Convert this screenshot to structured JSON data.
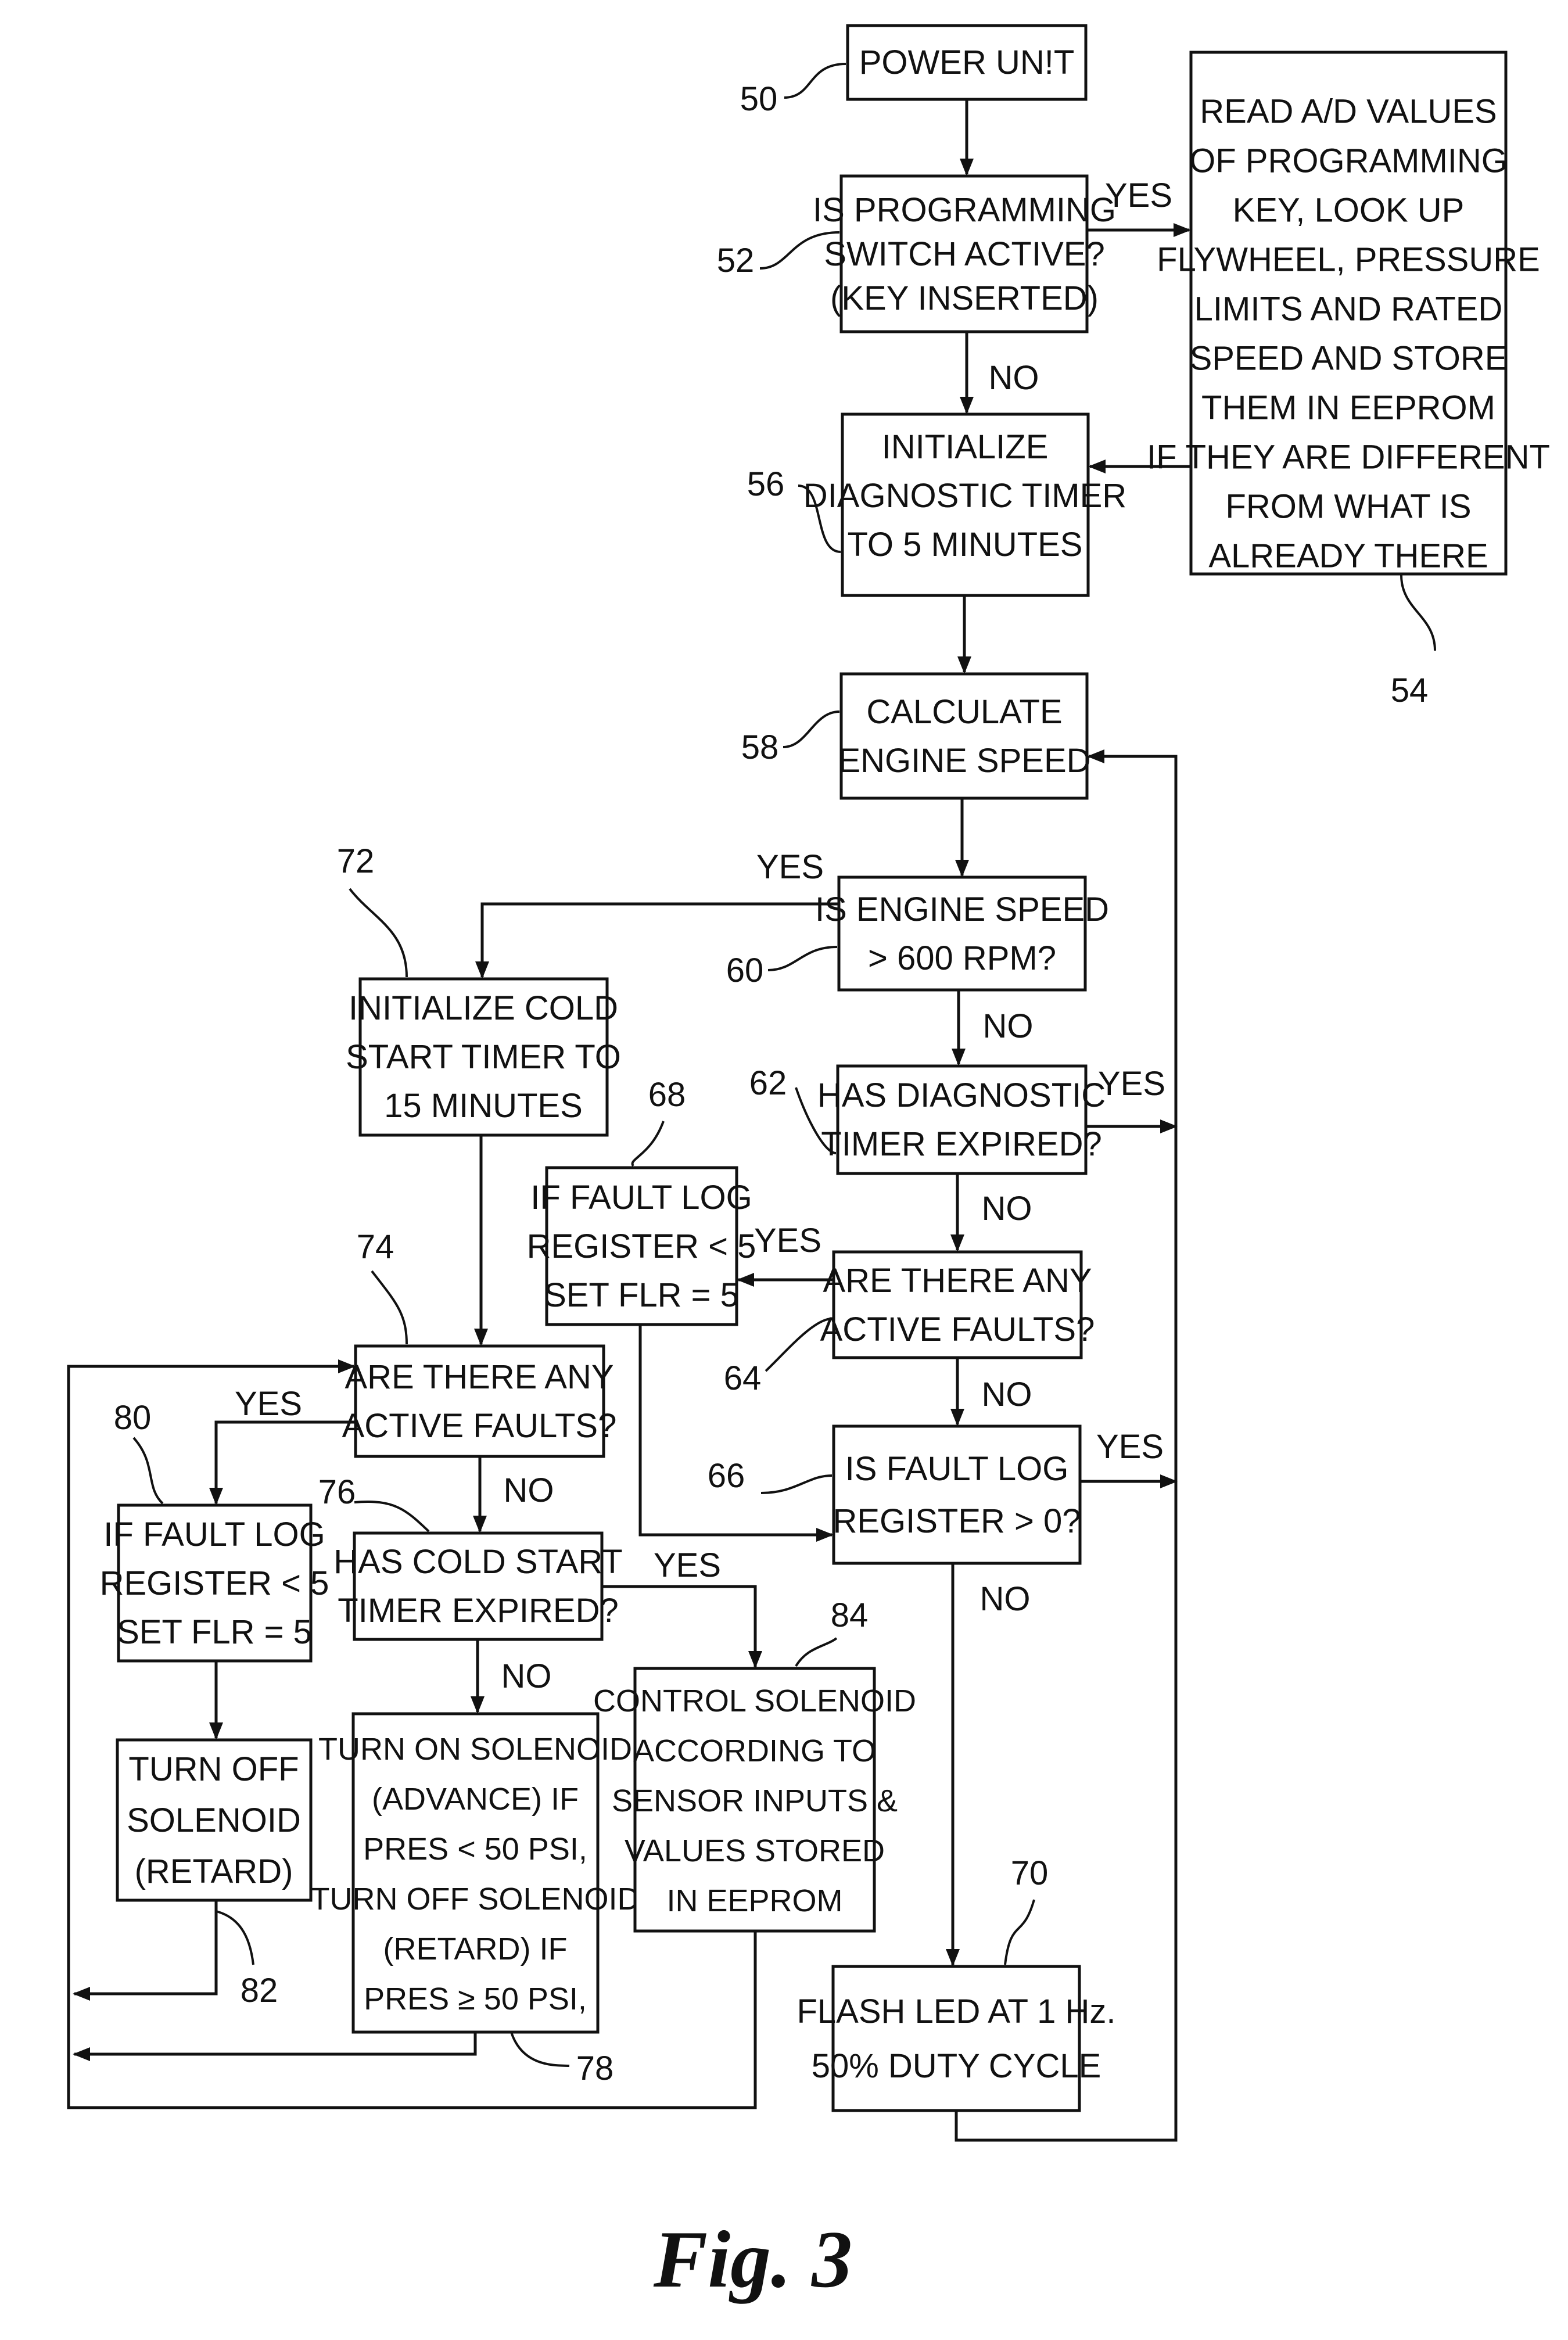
{
  "boxes": {
    "b50": [
      "POWER UN!T"
    ],
    "b52": [
      "IS PROGRAMMING",
      "SWITCH ACTIVE?",
      "(KEY INSERTED)"
    ],
    "b54": [
      "READ A/D VALUES",
      "OF PROGRAMMING",
      "KEY, LOOK UP",
      "FLYWHEEL, PRESSURE",
      "LIMITS AND RATED",
      "SPEED AND STORE",
      "THEM IN EEPROM",
      "IF THEY ARE DIFFERENT",
      "FROM WHAT IS",
      "ALREADY THERE"
    ],
    "b56": [
      "INITIALIZE",
      "DIAGNOSTIC TIMER",
      "TO 5 MINUTES"
    ],
    "b58": [
      "CALCULATE",
      "ENGINE SPEED"
    ],
    "b60": [
      "IS ENGINE SPEED",
      "> 600 RPM?"
    ],
    "b62": [
      "HAS DIAGNOSTIC",
      "TIMER EXPIRED?"
    ],
    "b64": [
      "ARE THERE ANY",
      "ACTIVE FAULTS?"
    ],
    "b66": [
      "IS FAULT LOG",
      "REGISTER > 0?"
    ],
    "b68": [
      "IF FAULT LOG",
      "REGISTER < 5",
      "SET FLR = 5"
    ],
    "b70": [
      "FLASH LED AT 1 Hz.",
      "50% DUTY CYCLE"
    ],
    "b72": [
      "INITIALIZE COLD",
      "START TIMER TO",
      "15 MINUTES"
    ],
    "b74": [
      "ARE THERE ANY",
      "ACTIVE FAULTS?"
    ],
    "b76": [
      "HAS COLD START",
      "TIMER EXPIRED?"
    ],
    "b78": [
      "TURN ON SOLENOID",
      "(ADVANCE) IF",
      "PRES < 50 PSI,",
      "TURN OFF SOLENOID",
      "(RETARD) IF",
      "PRES ≥ 50 PSI,"
    ],
    "b80": [
      "IF FAULT LOG",
      "REGISTER < 5",
      "SET FLR = 5"
    ],
    "b82": [
      "TURN OFF",
      "SOLENOID",
      "(RETARD)"
    ],
    "b84": [
      "CONTROL SOLENOID",
      "ACCORDING TO",
      "SENSOR INPUTS &",
      "VALUES STORED",
      "IN EEPROM"
    ]
  },
  "branch_labels": {
    "yes_52": "YES",
    "no_52": "NO",
    "yes_60": "YES",
    "no_60": "NO",
    "yes_62": "YES",
    "no_62": "NO",
    "yes_64": "YES",
    "no_64": "NO",
    "yes_66": "YES",
    "no_66": "NO",
    "yes_74": "YES",
    "no_74": "NO",
    "yes_76": "YES",
    "no_76": "NO"
  },
  "refs": {
    "r50": "50",
    "r52": "52",
    "r54": "54",
    "r56": "56",
    "r58": "58",
    "r60": "60",
    "r62": "62",
    "r64": "64",
    "r66": "66",
    "r68": "68",
    "r70": "70",
    "r72": "72",
    "r74": "74",
    "r76": "76",
    "r78": "78",
    "r80": "80",
    "r82": "82",
    "r84": "84"
  },
  "caption": "Fig. 3"
}
